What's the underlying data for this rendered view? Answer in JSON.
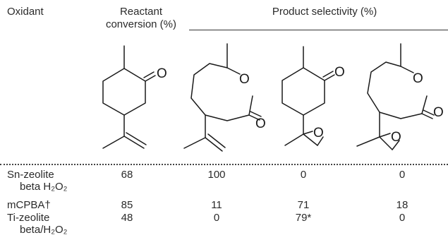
{
  "header": {
    "oxidant": "Oxidant",
    "conversion_line1": "Reactant",
    "conversion_line2": "conversion (%)",
    "selectivity": "Product selectivity (%)"
  },
  "structures": {
    "oxygen_label": "O"
  },
  "rows": [
    {
      "oxidant_line1": "Sn-zeolite",
      "oxidant_line2": "beta H₂O₂",
      "conversion": "68",
      "p1": "100",
      "p2": "0",
      "p3": "0"
    },
    {
      "oxidant_line1": "mCPBA†",
      "oxidant_line2": "",
      "conversion": "85",
      "p1": "11",
      "p2": "71",
      "p3": "18"
    },
    {
      "oxidant_line1": "Ti-zeolite",
      "oxidant_line2": "beta/H₂O₂",
      "conversion": "48",
      "p1": "0",
      "p2": "79*",
      "p3": "0"
    }
  ]
}
